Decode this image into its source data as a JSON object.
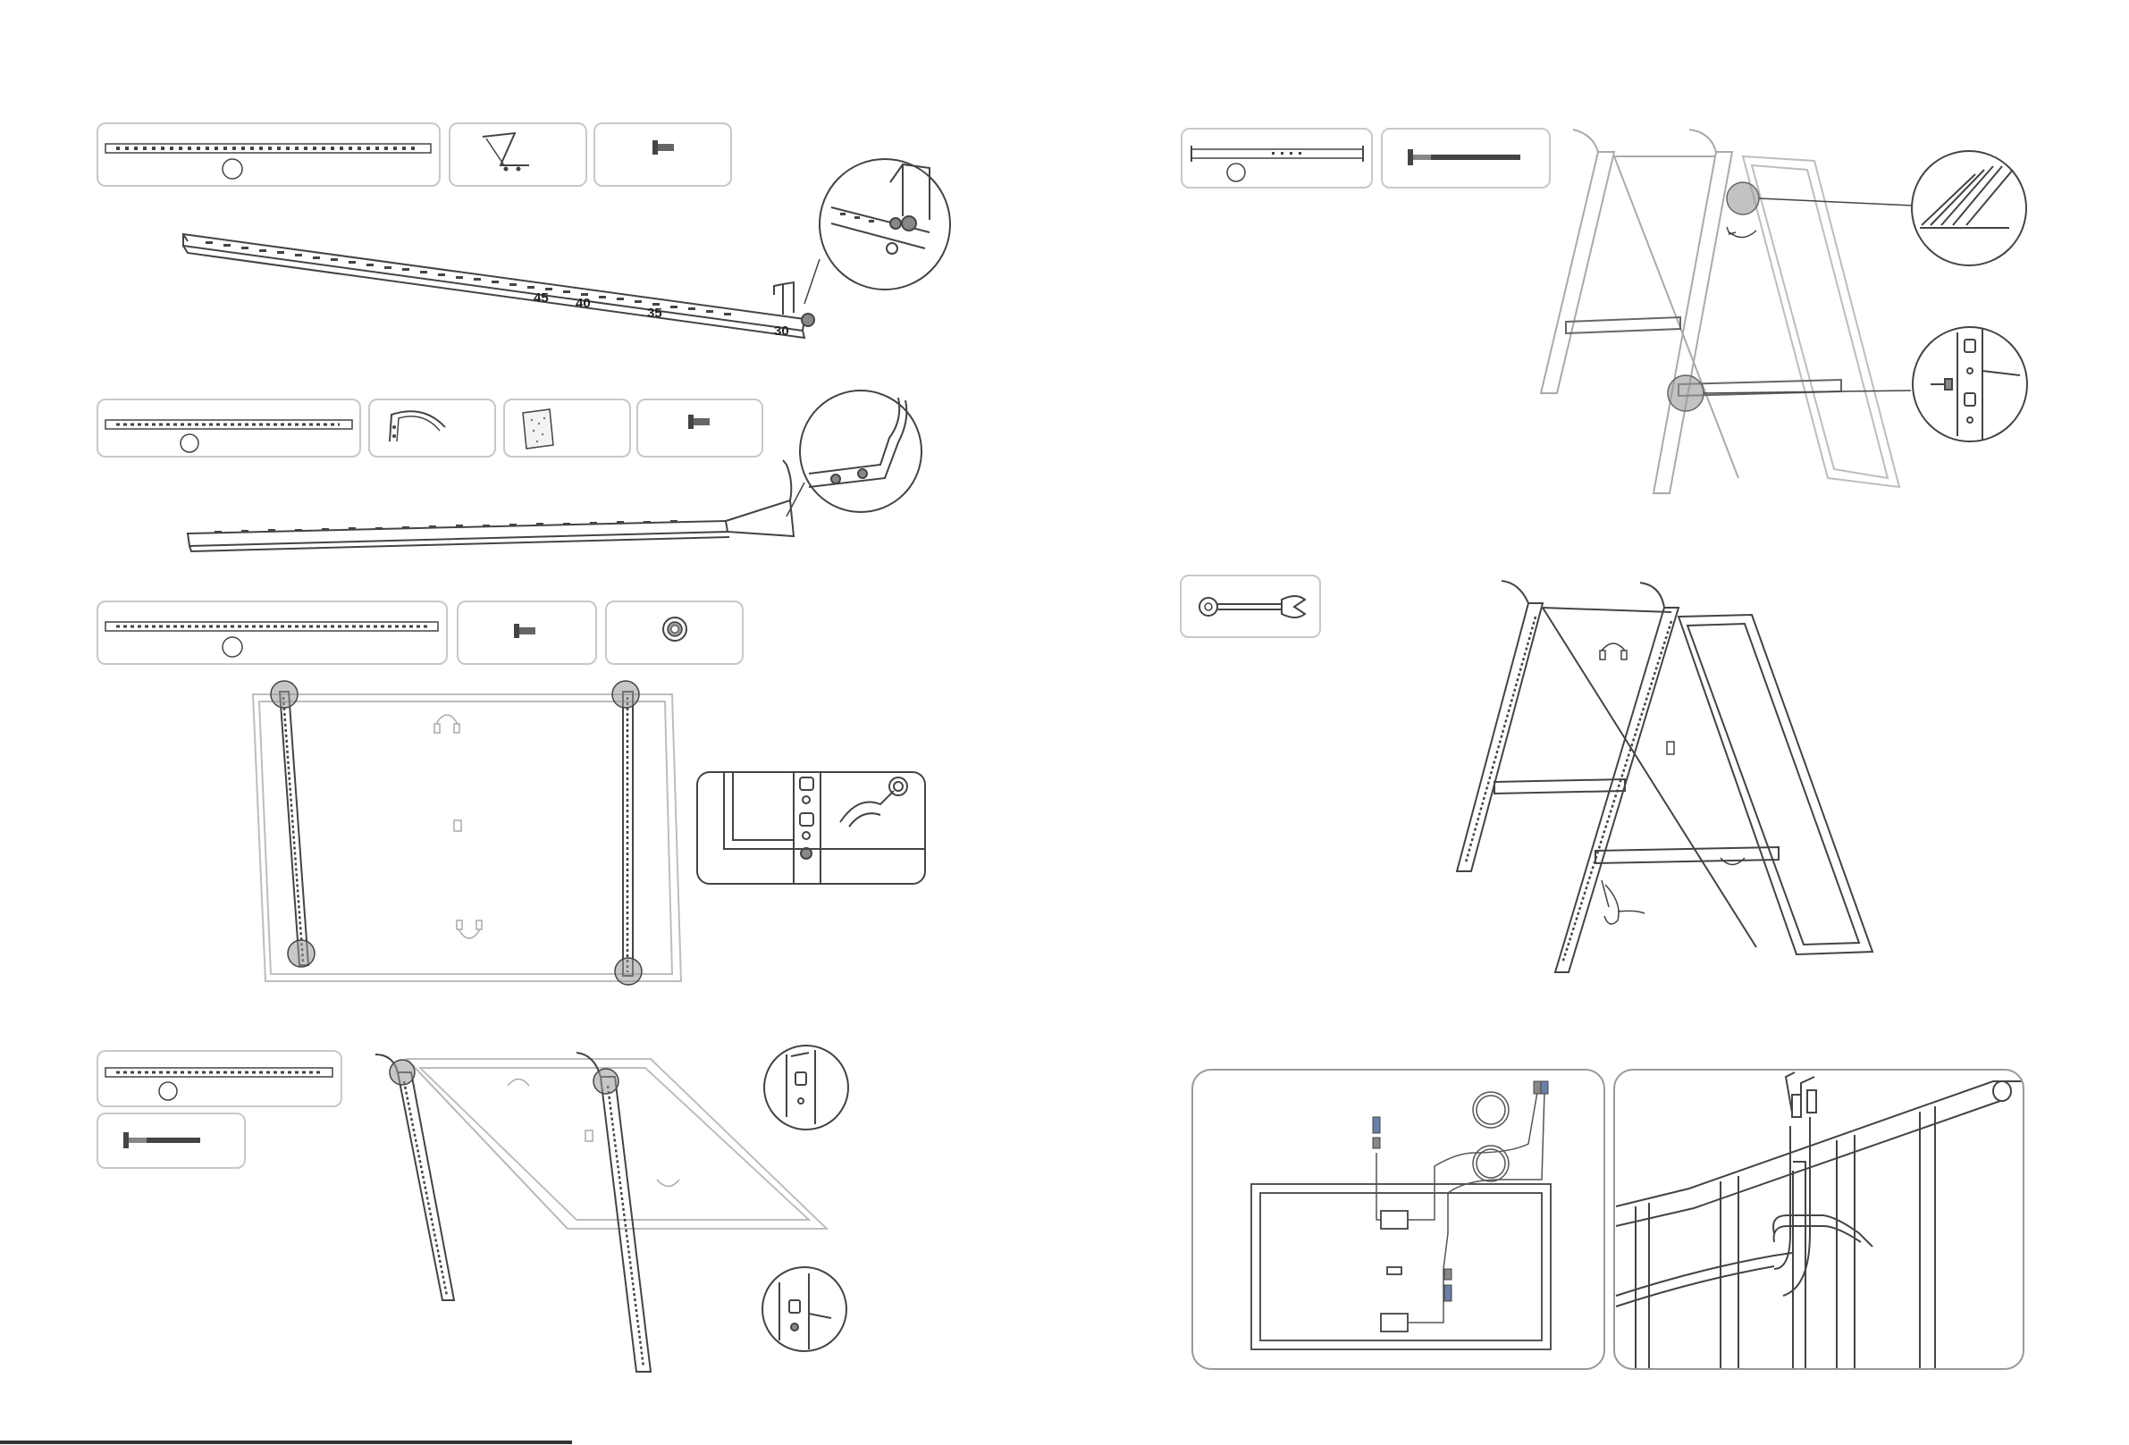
{
  "angle_marks": [
    "45",
    "40",
    "35",
    "30"
  ],
  "colors": {
    "stroke": "#444444",
    "light_stroke": "#9a9a9a",
    "panel_line": "#bdbdbd",
    "box_border": "#c8c8c8"
  },
  "steps": [
    {
      "id": "step-1",
      "parts": [
        "long-rail",
        "z-bracket",
        "bolt"
      ]
    },
    {
      "id": "step-2",
      "parts": [
        "long-rail",
        "curved-hook",
        "rubber-pad",
        "bolt"
      ]
    },
    {
      "id": "step-3",
      "parts": [
        "long-rail",
        "bolt",
        "flange-nut"
      ]
    },
    {
      "id": "step-4",
      "parts": [
        "long-rail",
        "long-bolt"
      ]
    },
    {
      "id": "step-5",
      "parts": [
        "short-rail",
        "long-bolt"
      ]
    },
    {
      "id": "step-6",
      "parts": [
        "wrench"
      ]
    },
    {
      "id": "step-7",
      "parts": [
        "cable-connection",
        "cable-tie"
      ]
    }
  ]
}
